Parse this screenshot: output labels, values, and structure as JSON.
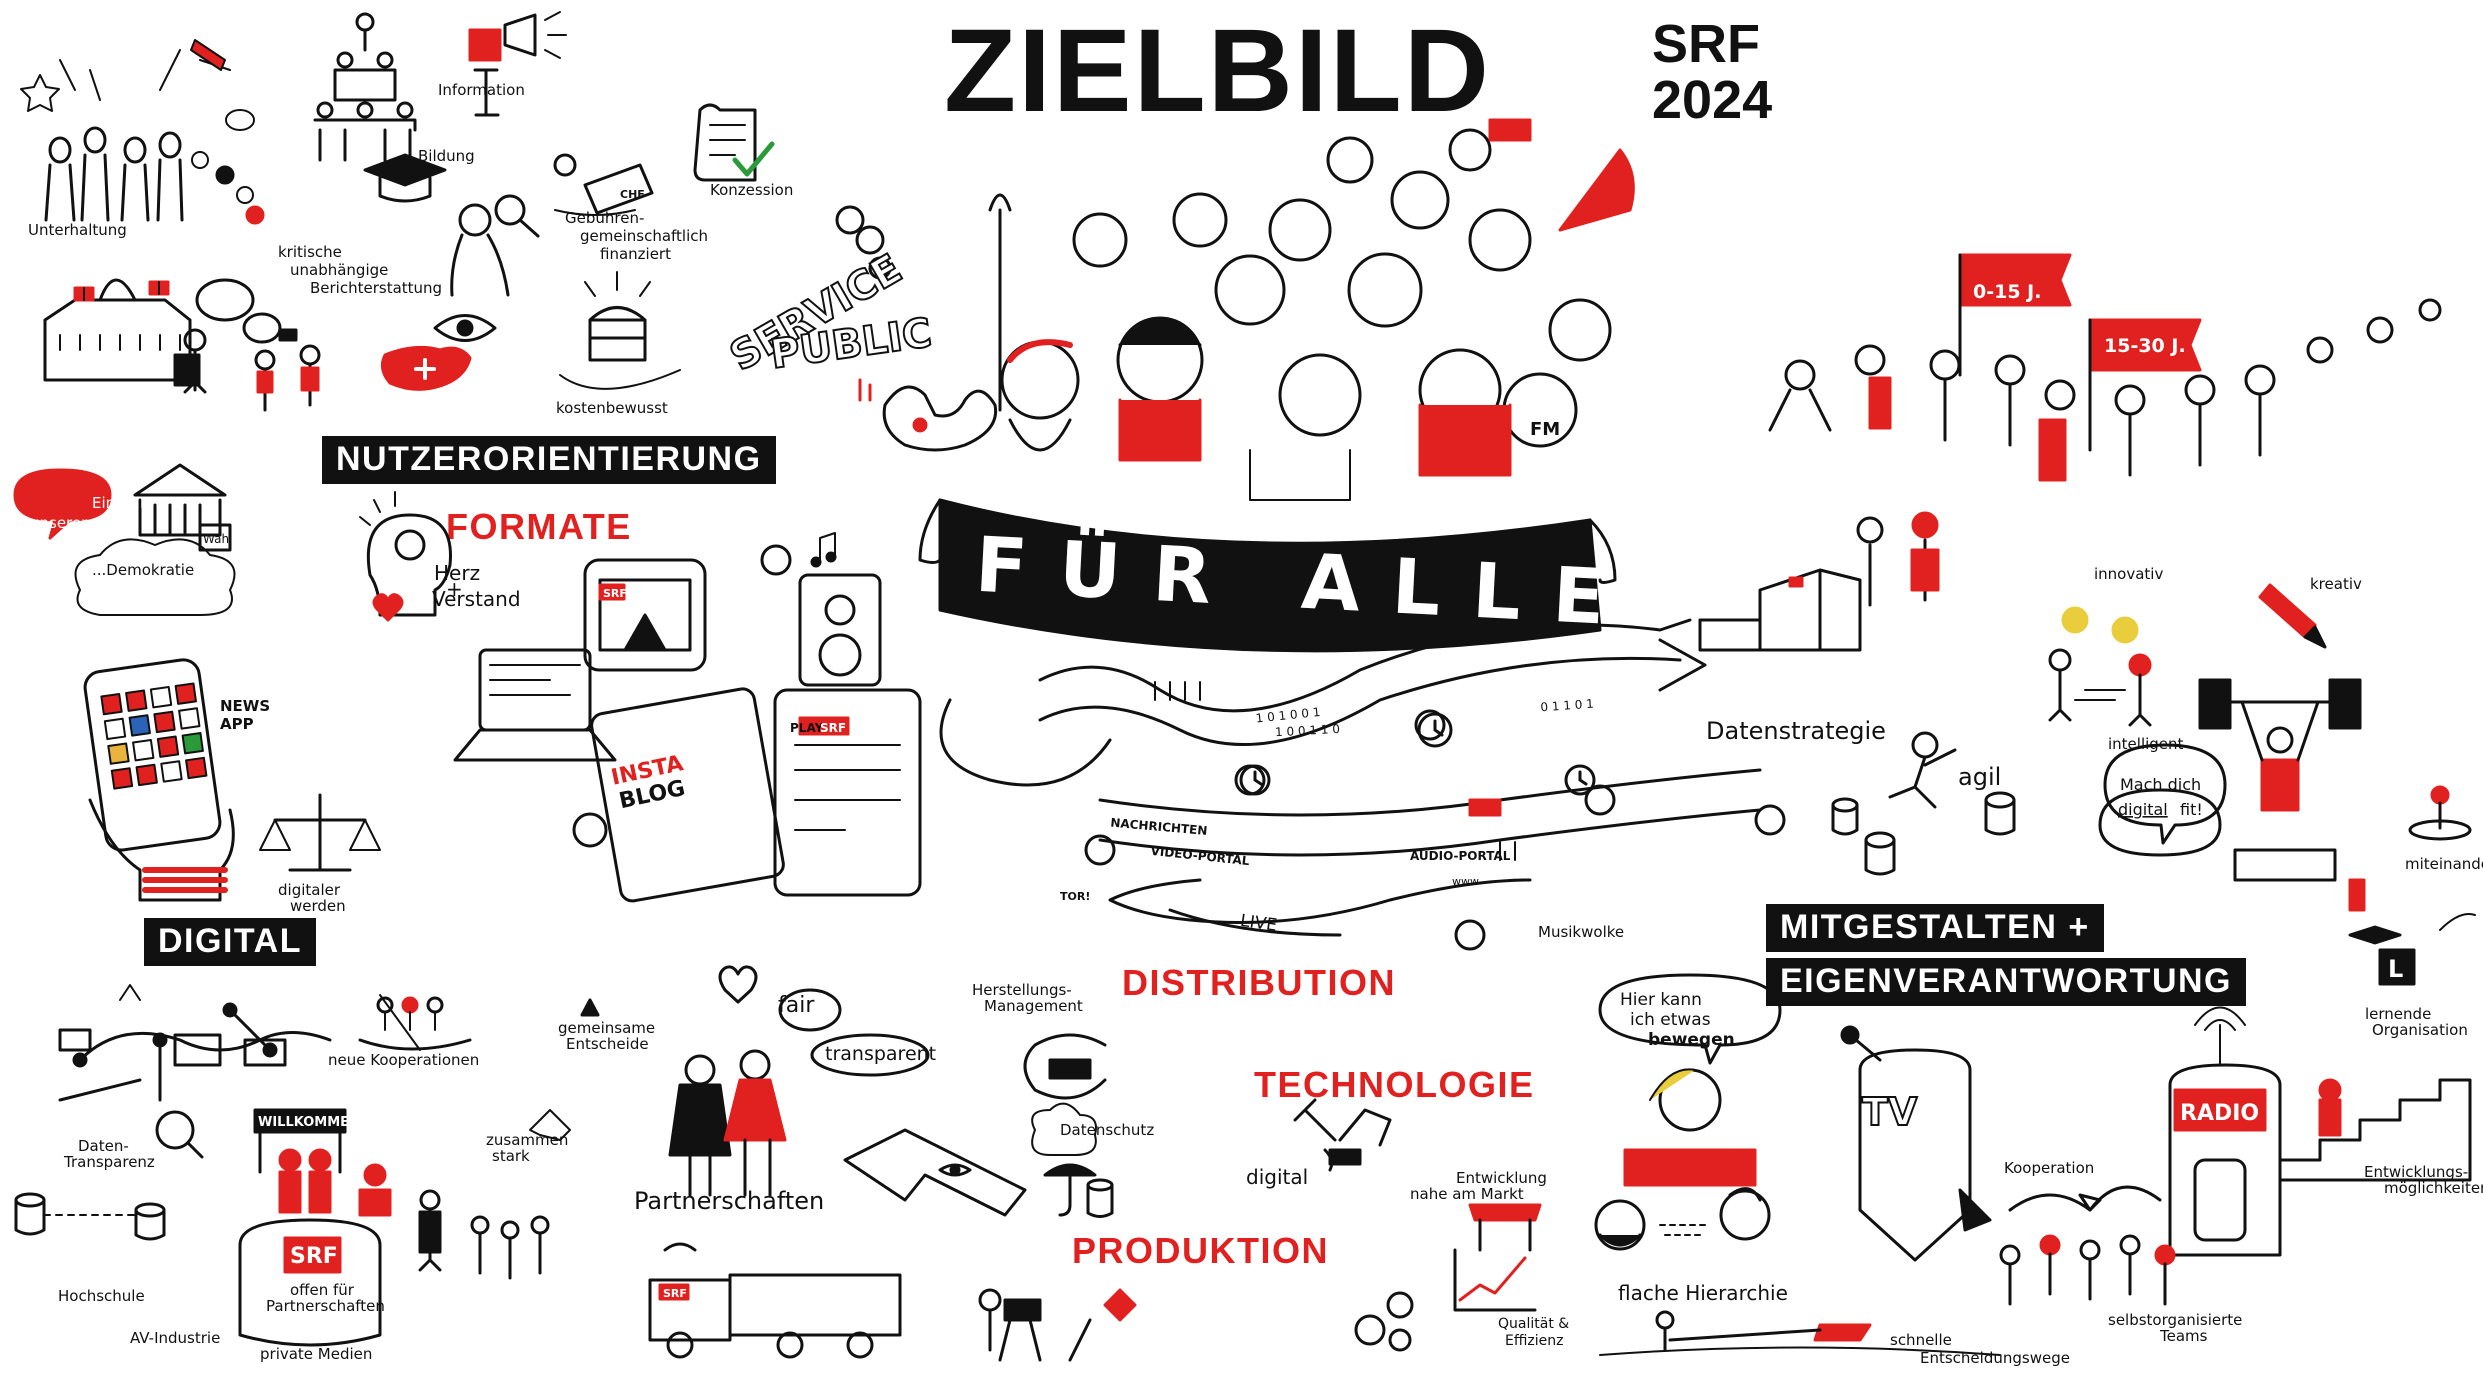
{
  "header": {
    "title": "ZIELBILD",
    "title_org": "SRF",
    "title_year": "2024"
  },
  "banner": {
    "text": "FÜR ALLE!"
  },
  "sections": {
    "nutzerorientierung": "NUTZERORIENTIERUNG",
    "digital": "DIGITAL",
    "mitgestalten_line1": "MITGESTALTEN +",
    "mitgestalten_line2": "EIGENVERANTWORTUNG"
  },
  "red_headings": {
    "formate": "FORMATE",
    "distribution": "DISTRIBUTION",
    "technologie": "TECHNOLOGIE",
    "produktion": "PRODUKTION"
  },
  "labels": {
    "unterhaltung": "Unterhaltung",
    "information": "Information",
    "bildung": "Bildung",
    "kritische": "kritische",
    "unabhaengige": "unabhängige",
    "berichterstattung": "Berichterstattung",
    "gebuehren1": "Gebühren-",
    "gebuehren2": "gemeinschaftlich",
    "gebuehren3": "finanziert",
    "chf": "CHF",
    "konzession": "Konzession",
    "kostenbewusst": "kostenbewusst",
    "service": "SERVICE",
    "public": "PUBLIC",
    "ein_teil1": "Ein Teil",
    "ein_teil2": "unserer...",
    "demokratie": "...Demokratie",
    "wahl": "Wahl",
    "herz": "Herz",
    "plus": "+",
    "verstand": "Verstand",
    "news1": "NEWS",
    "news2": "APP",
    "digitaler1": "digitaler",
    "digitaler2": "werden",
    "insta1": "INSTA",
    "insta2": "BLOG",
    "play": "PLAY",
    "srf": "SRF",
    "nachrichten": "NACHRICHTEN",
    "video_portal": "VIDEO-PORTAL",
    "audio_portal": "AUDIO-PORTAL",
    "live": "LIVE",
    "tor": "TOR!",
    "www": "www",
    "musikwolke": "Musikwolke",
    "datenstrategie": "Datenstrategie",
    "agil": "agil",
    "age1": "0-15 J.",
    "age2": "15-30 J.",
    "fm": "FM",
    "innovativ": "innovativ",
    "kreativ": "kreativ",
    "intelligent": "intelligent",
    "mach1": "Mach dich",
    "mach2": "digital",
    "mach3": "fit!",
    "miteinander": "miteinander",
    "lernende1": "lernende",
    "lernende2": "Organisation",
    "l_sign": "L",
    "neue_koop": "neue Kooperationen",
    "gemeinsame1": "gemeinsame",
    "gemeinsame2": "Entscheide",
    "zusammen1": "zusammen",
    "zusammen2": "stark",
    "daten_transparenz1": "Daten-",
    "daten_transparenz2": "Transparenz",
    "willkommen": "WILLKOMMEN",
    "offen1": "offen für",
    "offen2": "Partnerschaften",
    "hochschule": "Hochschule",
    "av_industrie": "AV-Industrie",
    "private_medien": "private Medien",
    "fair": "fair",
    "transparent": "transparent",
    "partnerschaften": "Partnerschaften",
    "herstellung1": "Herstellungs-",
    "herstellung2": "Management",
    "datenschutz": "Datenschutz",
    "digital_small": "digital",
    "entwicklung1": "Entwicklung",
    "entwicklung2": "nahe am Markt",
    "qualitaet1": "Qualität &",
    "qualitaet2": "Effizienz",
    "hier1": "Hier kann",
    "hier2": "ich etwas",
    "hier3": "bewegen",
    "tv": "TV",
    "radio": "RADIO",
    "kooperation": "Kooperation",
    "entwicklungs1": "Entwicklungs-",
    "entwicklungs2": "möglichkeiten",
    "flache": "flache Hierarchie",
    "schnelle1": "schnelle",
    "schnelle2": "Entscheidungswege",
    "selbst1": "selbstorganisierte",
    "selbst2": "Teams",
    "binary1": "1 0 1 0 0 1",
    "binary2": "0 1 1 0 1",
    "binary3": "1 0 0 1 1 0"
  },
  "colors": {
    "accent_red": "#e1211f",
    "ink": "#111111",
    "paper": "#ffffff"
  }
}
